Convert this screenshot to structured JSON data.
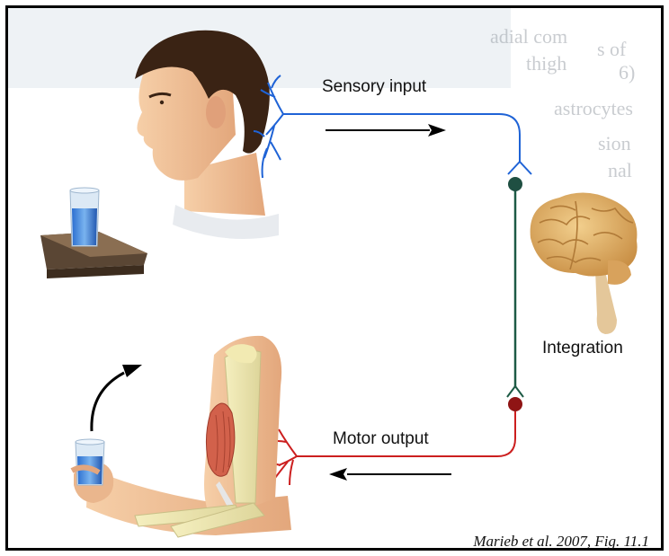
{
  "labels": {
    "sensory_input": "Sensory input",
    "integration": "Integration",
    "motor_output": "Motor output"
  },
  "citation": "Marieb et al. 2007, Fig. 11.1",
  "background_text": [
    "s of",
    "adial com",
    "thigh",
    "6)",
    "astrocytes",
    "sion",
    "nal"
  ],
  "colors": {
    "sensory_pathway": "#1f63d6",
    "integration_pathway": "#1d5a45",
    "motor_pathway": "#cc1f1f",
    "frame": "#000000",
    "brain": "#e0b36a"
  },
  "icons": [
    "head-profile-illustration",
    "glass-of-water-icon",
    "brain-illustration",
    "arm-illustration",
    "motion-arrow-icon",
    "direction-arrow-icon",
    "synapse-icon"
  ]
}
